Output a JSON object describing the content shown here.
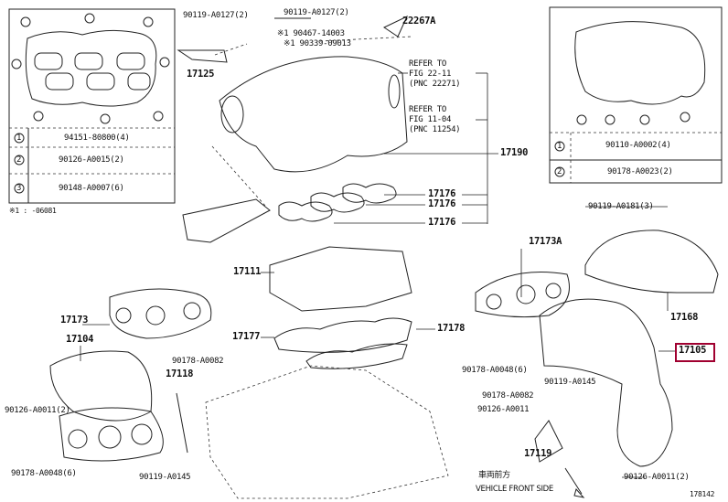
{
  "diagram": {
    "highlight_color": "#a00030",
    "left_inset": {
      "callouts": [
        "1",
        "2",
        "3"
      ],
      "legend": [
        {
          "num": "1",
          "part": "94151-80800(4)"
        },
        {
          "num": "2",
          "part": "90126-A0015(2)"
        },
        {
          "num": "3",
          "part": "90148-A0007(6)"
        }
      ],
      "note": "※1 :      -06081"
    },
    "right_inset": {
      "callouts": [
        "1",
        "2"
      ],
      "legend": [
        {
          "num": "1",
          "part": "90110-A0002(4)"
        },
        {
          "num": "2",
          "part": "90178-A0023(2)"
        }
      ]
    },
    "labels": {
      "bolt_bracket": "90119-A0127(2)",
      "p17125": "17125",
      "bolt_top": "90119-A0127(2)",
      "p22267A": "22267A",
      "p90467": "※1 90467-14003",
      "p90339": "※1 90339-09013",
      "refer1": [
        "REFER TO",
        "FIG 22-11",
        "(PNC 22271)"
      ],
      "refer2": [
        "REFER TO",
        "FIG 11-04",
        "(PNC 11254)"
      ],
      "p17190": "17190",
      "p17176": "17176",
      "p90119_0181": "90119-A0181(3)",
      "p17173A": "17173A",
      "p17111": "17111",
      "p17168": "17168",
      "p17173": "17173",
      "p17177": "17177",
      "p17178": "17178",
      "p17105": "17105",
      "p17104": "17104",
      "p90178_0082a": "90178-A0082",
      "p17118": "17118",
      "p90178_0048r": "90178-A0048(6)",
      "p90119_0145r": "90119-A0145",
      "p90178_0082b": "90178-A0082",
      "p90126_0011r": "90126-A0011",
      "p90126_0011l": "90126-A0011(2)",
      "p17119": "17119",
      "p90178_0048l": "90178-A0048(6)",
      "p90119_0145l": "90119-A0145",
      "front_jp": "車両前方",
      "front_en": "VEHICLE FRONT SIDE",
      "p90126_0011b": "90126-A0011(2)",
      "fig_no": "178142"
    }
  }
}
